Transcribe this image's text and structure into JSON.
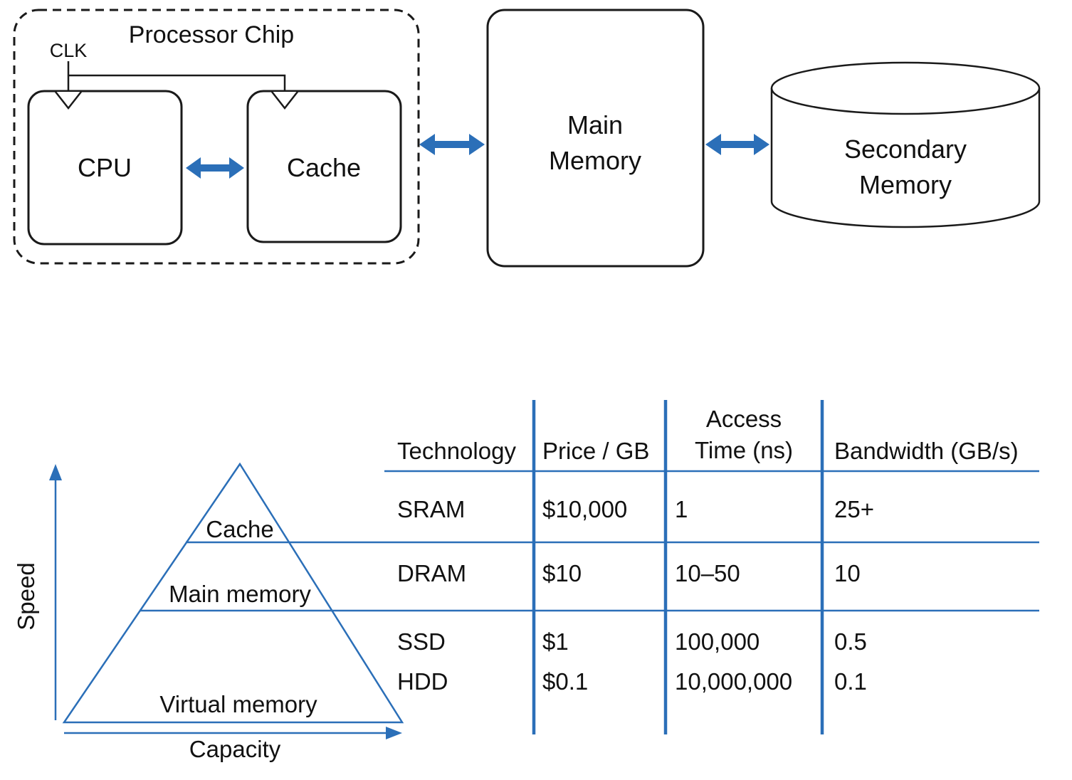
{
  "colors": {
    "accent_blue": "#2b6fb8",
    "line_black": "#1a1a1a"
  },
  "block_diagram": {
    "processor_chip": "Processor Chip",
    "clk": "CLK",
    "cpu": "CPU",
    "cache": "Cache",
    "main_memory": {
      "line1": "Main",
      "line2": "Memory"
    },
    "secondary_memory": {
      "line1": "Secondary",
      "line2": "Memory"
    }
  },
  "pyramid": {
    "level_cache": "Cache",
    "level_main": "Main memory",
    "level_virtual": "Virtual memory",
    "y_axis": "Speed",
    "x_axis": "Capacity"
  },
  "table": {
    "headers": {
      "technology": "Technology",
      "price": "Price / GB",
      "access_line1": "Access",
      "access_line2": "Time (ns)",
      "bandwidth": "Bandwidth (GB/s)"
    },
    "rows": [
      {
        "tech": "SRAM",
        "price": "$10,000",
        "access": "1",
        "bandwidth": "25+"
      },
      {
        "tech": "DRAM",
        "price": "$10",
        "access": "10–50",
        "bandwidth": "10"
      },
      {
        "tech": "SSD",
        "price": "$1",
        "access": "100,000",
        "bandwidth": "0.5"
      },
      {
        "tech": "HDD",
        "price": "$0.1",
        "access": "10,000,000",
        "bandwidth": "0.1"
      }
    ]
  }
}
